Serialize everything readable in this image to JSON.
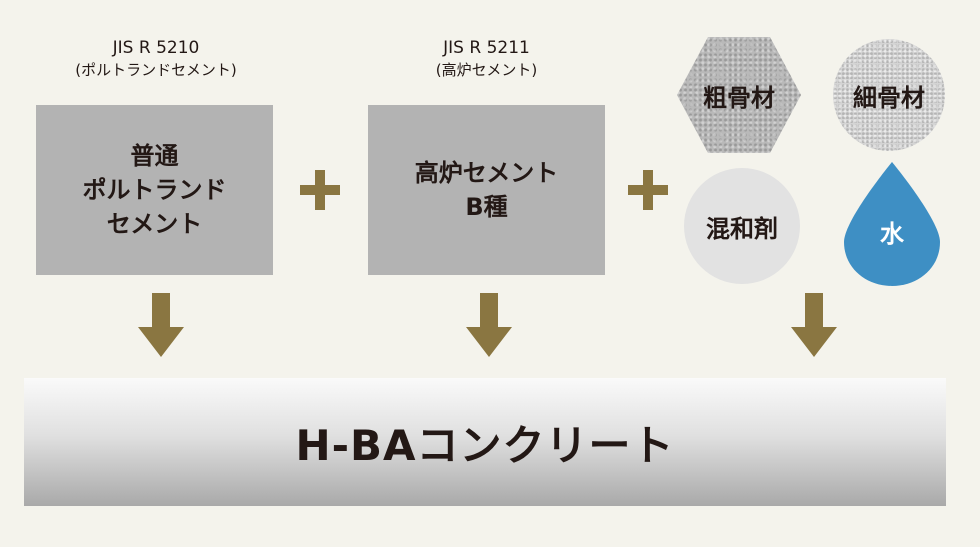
{
  "col1": {
    "standard": "JIS R 5210",
    "standard_note": "(ポルトランドセメント)",
    "box_lines": [
      "普通",
      "ポルトランド",
      "セメント"
    ]
  },
  "col2": {
    "standard": "JIS R 5211",
    "standard_note": "(高炉セメント)",
    "box_lines": [
      "高炉セメント",
      "B種"
    ]
  },
  "col3": {
    "coarse_aggregate": "粗骨材",
    "fine_aggregate": "細骨材",
    "admixture": "混和剤",
    "water": "水"
  },
  "result": {
    "label": "H-BAコンクリート"
  },
  "colors": {
    "box_fill": "#b3b3b3",
    "accent_gold": "#8a7641",
    "water_blue": "#3e8fc4",
    "background": "#f4f3ec"
  }
}
